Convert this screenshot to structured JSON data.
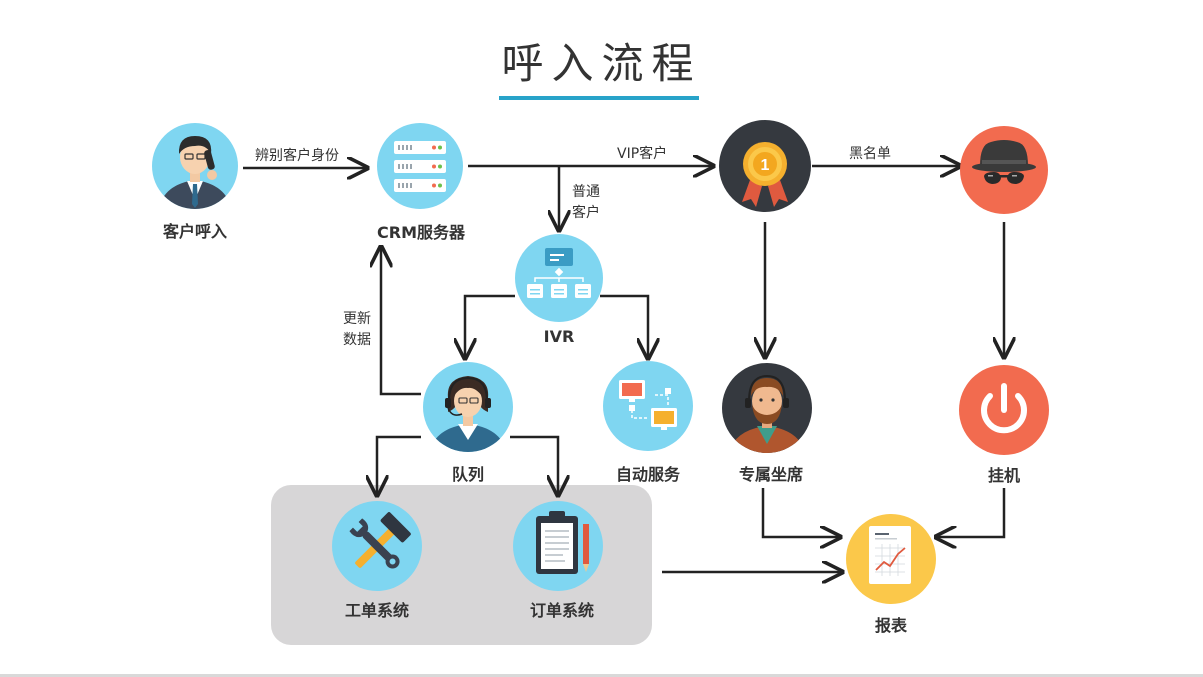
{
  "title": "呼入流程",
  "nodes": {
    "customer": {
      "label": "客户呼入",
      "icon": "customer-phone-icon"
    },
    "crm": {
      "label": "CRM服务器",
      "icon": "server-icon"
    },
    "ivr": {
      "label": "IVR",
      "icon": "flowchart-icon"
    },
    "vip_badge": {
      "icon": "medal-icon",
      "badge_number": "1"
    },
    "blacklist": {
      "icon": "spy-icon"
    },
    "queue": {
      "label": "队列",
      "icon": "agent-headset-icon"
    },
    "auto_service": {
      "label": "自动服务",
      "icon": "monitors-icon"
    },
    "dedicated_agent": {
      "label": "专属坐席",
      "icon": "bearded-agent-icon"
    },
    "hangup": {
      "label": "挂机",
      "icon": "power-icon"
    },
    "ticket_system": {
      "label": "工单系统",
      "icon": "tools-icon"
    },
    "order_system": {
      "label": "订单系统",
      "icon": "clipboard-icon"
    },
    "report": {
      "label": "报表",
      "icon": "report-chart-icon"
    }
  },
  "edges": {
    "identify": "辨别客户身份",
    "vip": "VIP客户",
    "blacklist": "黑名单",
    "normal": "普通客户",
    "update": "更新数据"
  },
  "colors": {
    "accent": "#27a3c9",
    "light_blue": "#7fd6f1",
    "dark_slate": "#35393f",
    "coral": "#f26b4f",
    "yellow": "#fbc84a",
    "gray_box": "#d7d6d7",
    "arrow": "#222222"
  }
}
